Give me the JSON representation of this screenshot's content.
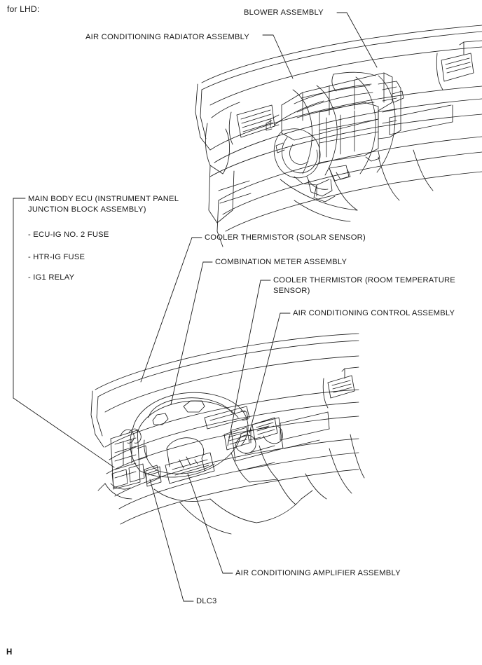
{
  "document": {
    "header_note": "for LHD:",
    "footer_mark": "H"
  },
  "callouts": {
    "blower_assembly": "BLOWER ASSEMBLY",
    "ac_radiator_assembly": "AIR CONDITIONING RADIATOR ASSEMBLY",
    "main_body_ecu": "MAIN BODY ECU (INSTRUMENT PANEL\nJUNCTION BLOCK ASSEMBLY)",
    "ecu_ig_no2_fuse": "- ECU-IG NO. 2 FUSE",
    "htr_ig_fuse": "- HTR-IG FUSE",
    "ig1_relay": "- IG1 RELAY",
    "cooler_thermistor_solar": "COOLER THERMISTOR (SOLAR SENSOR)",
    "combination_meter": "COMBINATION METER ASSEMBLY",
    "cooler_thermistor_room": "COOLER THERMISTOR (ROOM TEMPERATURE\nSENSOR)",
    "ac_control_assembly": "AIR CONDITIONING CONTROL ASSEMBLY",
    "ac_amplifier_assembly": "AIR CONDITIONING AMPLIFIER ASSEMBLY",
    "dlc3": "DLC3"
  },
  "illustrations": {
    "upper": {
      "name": "instrument-panel-with-hvac-unit",
      "description": "Line drawing of left-hand-drive instrument panel viewed from driver side with air conditioning unit, blower and radiator assembly visible behind the panel"
    },
    "lower": {
      "name": "instrument-panel-components",
      "description": "Line drawing of left-hand-drive instrument panel showing combination meter, air conditioning control assembly, junction block, DLC3 and amplifier locations"
    }
  },
  "style": {
    "line_color": "#1c1c1c",
    "text_color": "#171717",
    "background": "#ffffff"
  }
}
